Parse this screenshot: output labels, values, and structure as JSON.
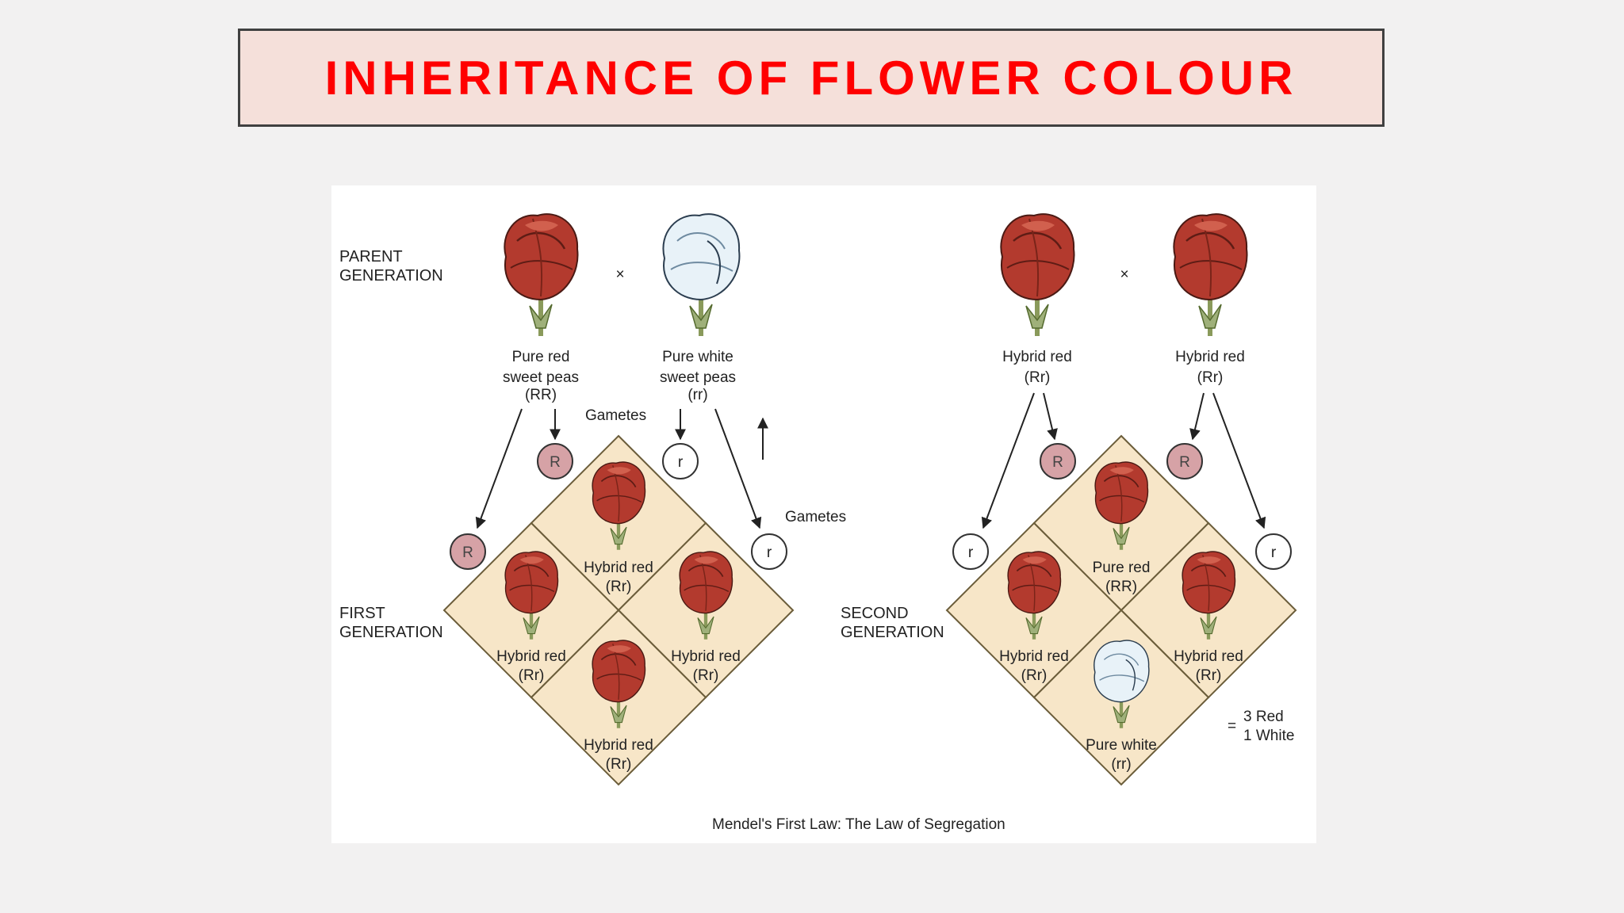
{
  "title": "INHERITANCE OF FLOWER COLOUR",
  "colors": {
    "title_text": "#ff0000",
    "title_bg": "#f5e0da",
    "red_flower": "#b33a2e",
    "white_flower": "#e8f2f8",
    "square_fill": "#f7e6c8",
    "gamete_R_fill": "#d6a2a6"
  },
  "labels": {
    "parent_generation": [
      "PARENT",
      "GENERATION"
    ],
    "first_generation": [
      "FIRST",
      "GENERATION"
    ],
    "second_generation": [
      "SECOND",
      "GENERATION"
    ],
    "cross_symbol": "×",
    "gametes": "Gametes",
    "caption": "Mendel's First Law: The Law of Segregation"
  },
  "cross1": {
    "parent_left": [
      "Pure red",
      "sweet peas",
      "(RR)"
    ],
    "parent_right": [
      "Pure white",
      "sweet peas",
      "(rr)"
    ],
    "gametes": [
      "R",
      "R",
      "r",
      "r"
    ],
    "offspring": {
      "top": [
        "Hybrid red",
        "(Rr)"
      ],
      "left": [
        "Hybrid red",
        "(Rr)"
      ],
      "right": [
        "Hybrid red",
        "(Rr)"
      ],
      "bottom": [
        "Hybrid red",
        "(Rr)"
      ]
    }
  },
  "cross2": {
    "parent_left": [
      "Hybrid red",
      "(Rr)"
    ],
    "parent_right": [
      "Hybrid red",
      "(Rr)"
    ],
    "gametes": [
      "R",
      "r",
      "R",
      "r"
    ],
    "offspring": {
      "top": [
        "Pure red",
        "(RR)"
      ],
      "left": [
        "Hybrid red",
        "(Rr)"
      ],
      "right": [
        "Hybrid red",
        "(Rr)"
      ],
      "bottom": [
        "Pure white",
        "(rr)"
      ]
    },
    "ratio": [
      "3 Red",
      "1 White"
    ],
    "ratio_equals": "="
  }
}
